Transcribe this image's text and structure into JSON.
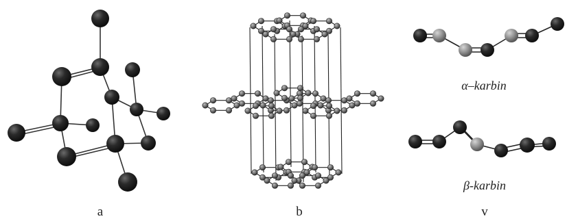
{
  "figure": {
    "panels": [
      {
        "label": "a"
      },
      {
        "label": "b"
      },
      {
        "label": "v"
      }
    ],
    "karbin": {
      "alpha_label": "α–karbin",
      "beta_label": "β-karbin"
    }
  },
  "colors": {
    "atom_dark": "#1c1c1c",
    "atom_grey": "#7d7d7d",
    "bond": "#333333",
    "text": "#222222",
    "background": "#ffffff"
  }
}
